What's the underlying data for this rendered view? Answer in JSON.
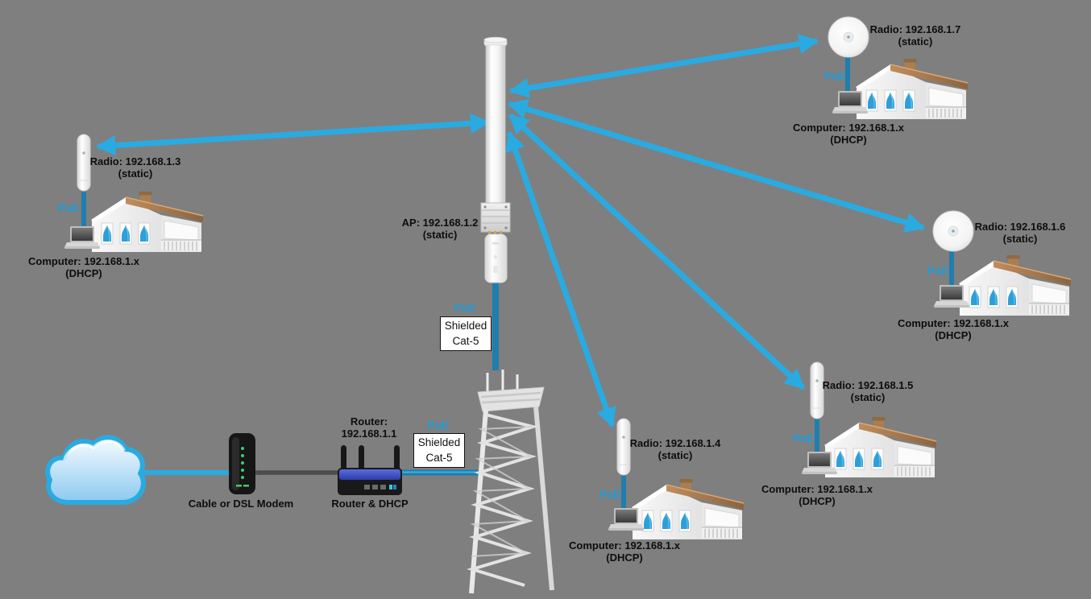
{
  "background": "#7F7F7F",
  "colors": {
    "arrow": "#29ABE2",
    "poe_cable": "#1F7EAD",
    "poe_text": "#1D9CD9",
    "roof": "#A87C50",
    "label_text": "#0D0D0D"
  },
  "access_point": {
    "label": "AP: 192.168.1.2",
    "mode": "(static)",
    "poe_label": "PoE",
    "cable_line1": "Shielded",
    "cable_line2": "Cat-5"
  },
  "backhaul": {
    "poe_label": "PoE",
    "cable_line1": "Shielded",
    "cable_line2": "Cat-5"
  },
  "modem": {
    "caption": "Cable or DSL Modem"
  },
  "router": {
    "title": "Router:",
    "ip": "192.168.1.1",
    "caption": "Router & DHCP"
  },
  "sites": [
    {
      "position": "left",
      "radio_type": "pole-antenna",
      "radio_label": "Radio: 192.168.1.3",
      "radio_mode": "(static)",
      "poe_label": "PoE",
      "computer_label": "Computer: 192.168.1.x",
      "computer_mode": "(DHCP)"
    },
    {
      "position": "top-right",
      "radio_type": "dish-antenna",
      "radio_label": "Radio: 192.168.1.7",
      "radio_mode": "(static)",
      "poe_label": "PoE",
      "computer_label": "Computer: 192.168.1.x",
      "computer_mode": "(DHCP)"
    },
    {
      "position": "right",
      "radio_type": "dish-antenna",
      "radio_label": "Radio: 192.168.1.6",
      "radio_mode": "(static)",
      "poe_label": "PoE",
      "computer_label": "Computer: 192.168.1.x",
      "computer_mode": "(DHCP)"
    },
    {
      "position": "bottom-right",
      "radio_type": "pole-antenna",
      "radio_label": "Radio: 192.168.1.5",
      "radio_mode": "(static)",
      "poe_label": "PoE",
      "computer_label": "Computer: 192.168.1.x",
      "computer_mode": "(DHCP)"
    },
    {
      "position": "bottom-center",
      "radio_type": "pole-antenna",
      "radio_label": "Radio: 192.168.1.4",
      "radio_mode": "(static)",
      "poe_label": "PoE",
      "computer_label": "Computer: 192.168.1.x",
      "computer_mode": "(DHCP)"
    }
  ]
}
